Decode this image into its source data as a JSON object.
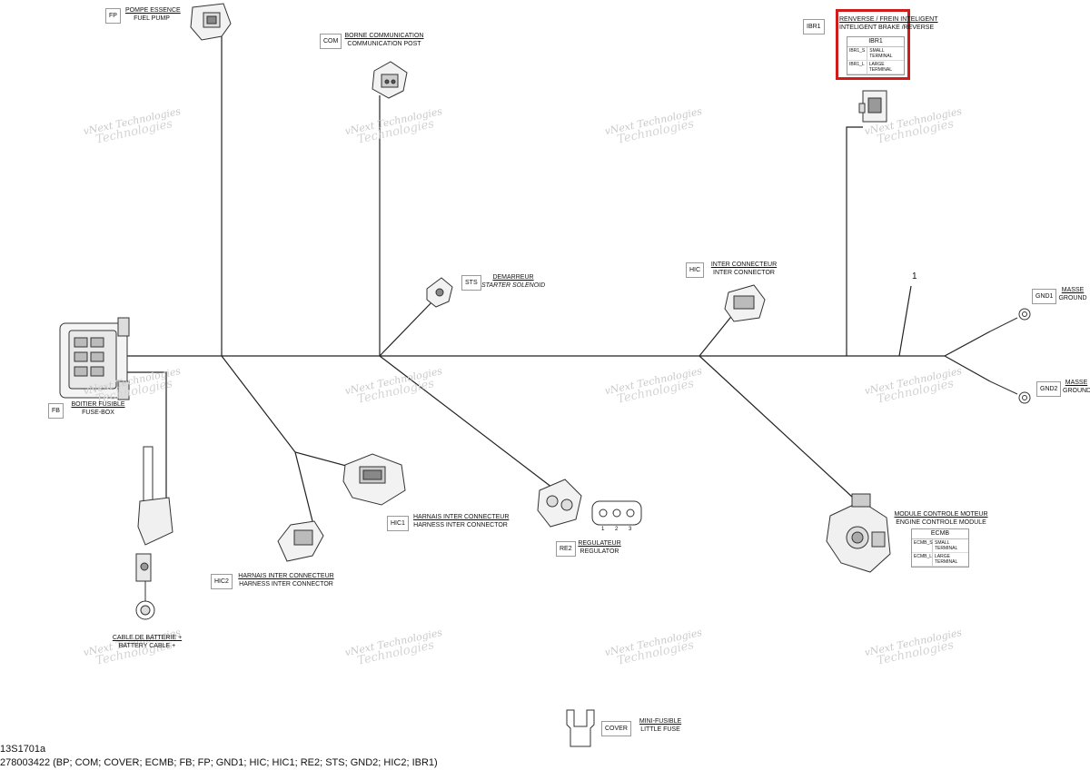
{
  "accent_color": "#d11b1b",
  "connectors": [
    {
      "id": "FP",
      "fr": "POMPE ESSENCE",
      "en": "FUEL PUMP"
    },
    {
      "id": "COM",
      "fr": "BORNE COMMUNICATION",
      "en": "COMMUNICATION POST"
    },
    {
      "id": "IBR1",
      "fr": "RENVERSE / FREIN INTELIGENT",
      "en": "INTELIGENT BRAKE /REVERSE"
    },
    {
      "id": "STS",
      "fr": "DEMARREUR",
      "en": "STARTER SOLENOID"
    },
    {
      "id": "HIC",
      "fr": "INTER CONNECTEUR",
      "en": "INTER CONNECTOR"
    },
    {
      "id": "GND1",
      "fr": "MASSE",
      "en": "GROUND"
    },
    {
      "id": "GND2",
      "fr": "MASSE",
      "en": "GROUND"
    },
    {
      "id": "FB",
      "fr": "BOITIER FUSIBLE",
      "en": "FUSE-BOX"
    },
    {
      "id": "HIC1",
      "fr": "HARNAIS INTER CONNECTEUR",
      "en": "HARNESS INTER CONNECTOR"
    },
    {
      "id": "RE2",
      "fr": "REGULATEUR",
      "en": "REGULATOR"
    },
    {
      "id": "ECMB",
      "fr": "MODULE CONTROLE MOTEUR",
      "en": "ENGINE CONTROLE MODULE"
    },
    {
      "id": "HIC2",
      "fr": "HARNAIS INTER CONNECTEUR",
      "en": "HARNESS INTER CONNECTOR"
    },
    {
      "id": "BP",
      "fr": "CABLE DE BATTERIE +",
      "en": "BATTERY CABLE +"
    },
    {
      "id": "COVER",
      "fr": "MINI-FUSIBLE",
      "en": "LITTLE FUSE"
    }
  ],
  "terminal_tables": {
    "ibr1": {
      "title": "IBR1",
      "rows": [
        [
          "IBR1_S",
          "SMALL TERMINAL"
        ],
        [
          "IBR1_L",
          "LARGE TERMINAL"
        ]
      ]
    },
    "ecmb": {
      "title": "ECMB",
      "rows": [
        [
          "ECMB_S",
          "SMALL TERMINAL"
        ],
        [
          "ECMB_L",
          "LARGE TERMINAL"
        ]
      ]
    }
  },
  "regulator_pins": [
    "1",
    "2",
    "3"
  ],
  "callout_number": "1",
  "watermark": {
    "line1": "vNext Technologies",
    "line2": "Technologies"
  },
  "footer": {
    "drawing_id": "13S1701a",
    "part_line": "278003422 (BP; COM; COVER; ECMB; FB; FP; GND1; HIC; HIC1; RE2; STS; GND2; HIC2; IBR1)"
  }
}
